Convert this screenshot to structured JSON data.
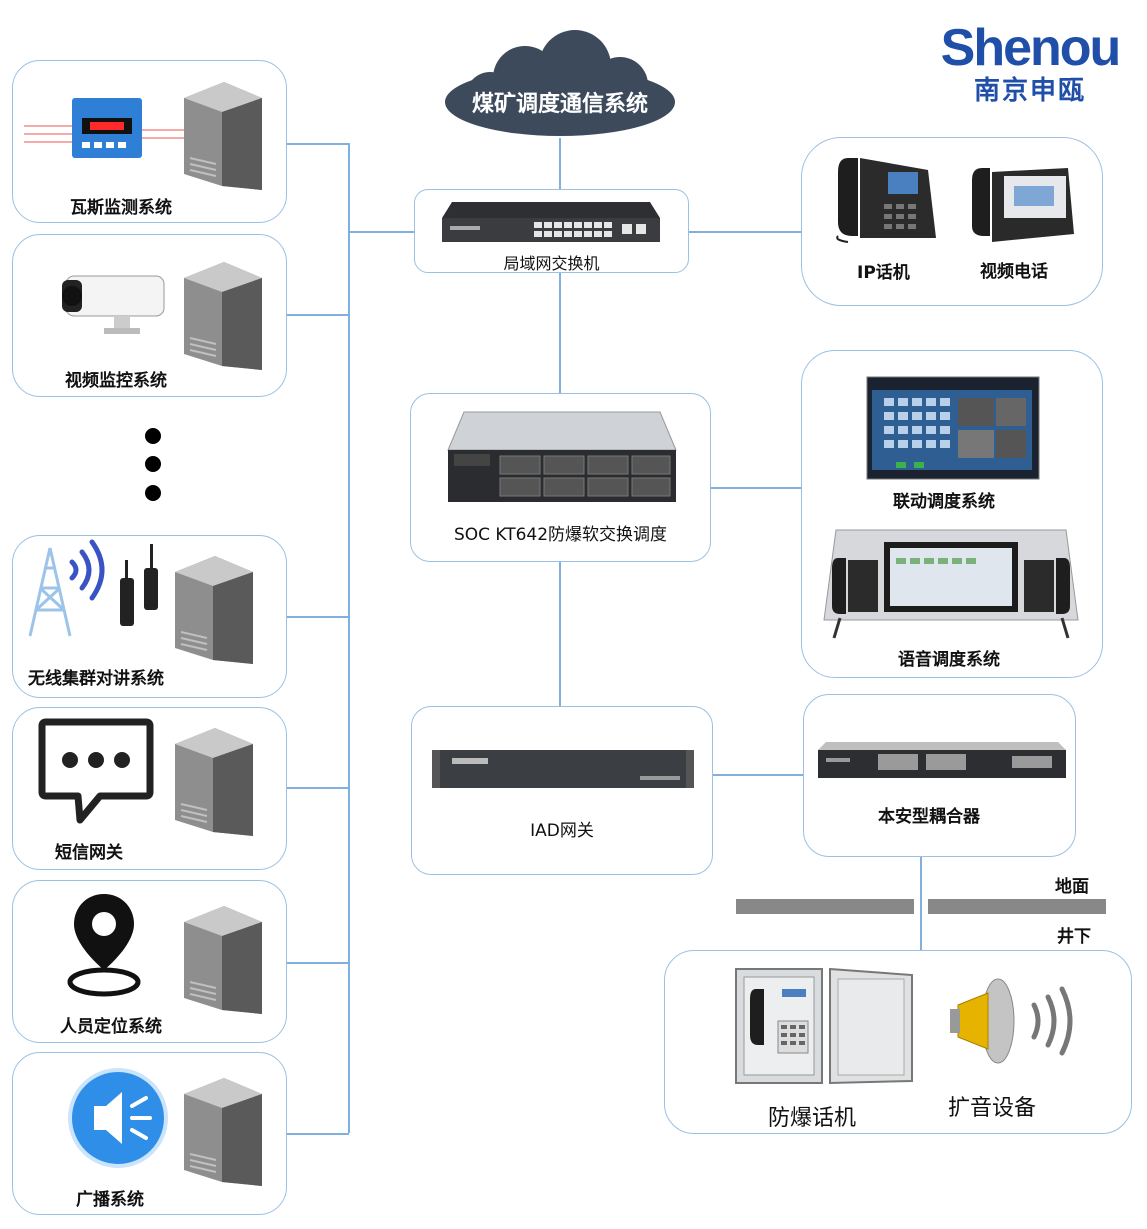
{
  "brand": {
    "name": "Shenou",
    "subname": "南京申瓯",
    "color": "#1f4fa8"
  },
  "cloud": {
    "label": "煤矿调度通信系统"
  },
  "center": {
    "switch": {
      "label": "局域网交换机"
    },
    "soc": {
      "label": "SOC KT642防爆软交换调度"
    },
    "iad": {
      "label": "IAD网关"
    }
  },
  "left_systems": [
    {
      "label": "瓦斯监测系统",
      "icon": "gas-monitor-icon"
    },
    {
      "label": "视频监控系统",
      "icon": "cctv-camera-icon"
    },
    {
      "label": "无线集群对讲系统",
      "icon": "radio-tower-icon"
    },
    {
      "label": "短信网关",
      "icon": "chat-bubble-icon"
    },
    {
      "label": "人员定位系统",
      "icon": "location-pin-icon"
    },
    {
      "label": "广播系统",
      "icon": "speaker-icon"
    }
  ],
  "right_panels": {
    "phones": {
      "ip_phone": "IP话机",
      "video_phone": "视频电话"
    },
    "linkage": {
      "label": "联动调度系统"
    },
    "voice": {
      "label": "语音调度系统"
    },
    "coupler": {
      "label": "本安型耦合器"
    },
    "underground": {
      "phone": "防爆话机",
      "speaker": "扩音设备"
    }
  },
  "levels": {
    "ground": "地面",
    "underground": "井下"
  },
  "colors": {
    "line": "#7fb0de",
    "box_border": "#9cc0e4",
    "cloud": "#3d4a5c"
  }
}
